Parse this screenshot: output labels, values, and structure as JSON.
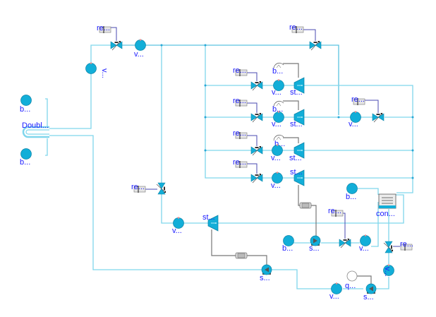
{
  "diagram": {
    "type": "modelica-steam-cycle",
    "colors": {
      "pipe": "#7fd6ec",
      "component_fill": "#12aed8",
      "component_stroke": "#0b82a6",
      "label": "#1a1aff",
      "signal": "#4a4ab0",
      "shaft": "#777777"
    },
    "labels": {
      "re_top_left": "re...",
      "valve_top_left_v": "v...",
      "sensor_left_v": "v...",
      "re_top_right": "re...",
      "boundary_top_left": "b...",
      "double_pipe": "Doubl...",
      "boundary_bottom_left": "b...",
      "re_row1": "re...",
      "b_row1": "b...",
      "v_row1": "v...",
      "st_row1": "st...",
      "re_row2": "re...",
      "b_row2": "b...",
      "v_row2": "v...",
      "st_row2": "st...",
      "re_row2_right": "re...",
      "v_row2_right": "v...",
      "re_row3": "re...",
      "b_row3": "b...",
      "v_row3": "v...",
      "st_row3": "st...",
      "re_row4": "re...",
      "v_row4": "v...",
      "st_row4": "st...",
      "re_mid_left": "re...",
      "v_mid_left": "v...",
      "st_mid_left": "st...",
      "b_right": "b...",
      "condenser": "con...",
      "re_mid_right": "re...",
      "b_pump_src": "b...",
      "s_pump_mid": "s...",
      "v_mid_right": "v...",
      "re_right": "re...",
      "s_pump_bottom_left": "s...",
      "v_bottom_right_vert": "v...",
      "q_source": "q...",
      "v_bottom": "v...",
      "s_pump_bottom": "s..."
    }
  }
}
